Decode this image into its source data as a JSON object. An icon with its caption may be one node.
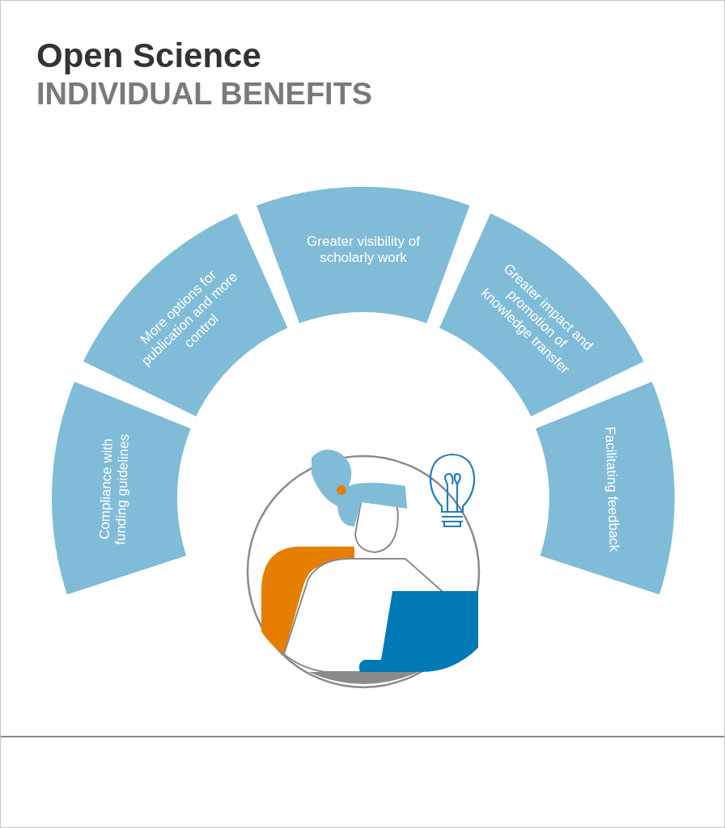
{
  "diagram": {
    "title": "Open Science",
    "nodes": [
      {
        "text": [
          "Compliance with funding guidelines"
        ]
      },
      {
        "text": [
          "More options for publication and more control"
        ]
      },
      {
        "text": [
          "Greater visibility of scholarly work"
        ]
      },
      {
        "text": [
          "Greater impact and promotion of knowledge transfer"
        ]
      },
      {
        "text": [
          "Facilitating feedback"
        ]
      }
    ],
    "labels": [
      "INDIVIDUAL BENEFITS"
    ]
  }
}
